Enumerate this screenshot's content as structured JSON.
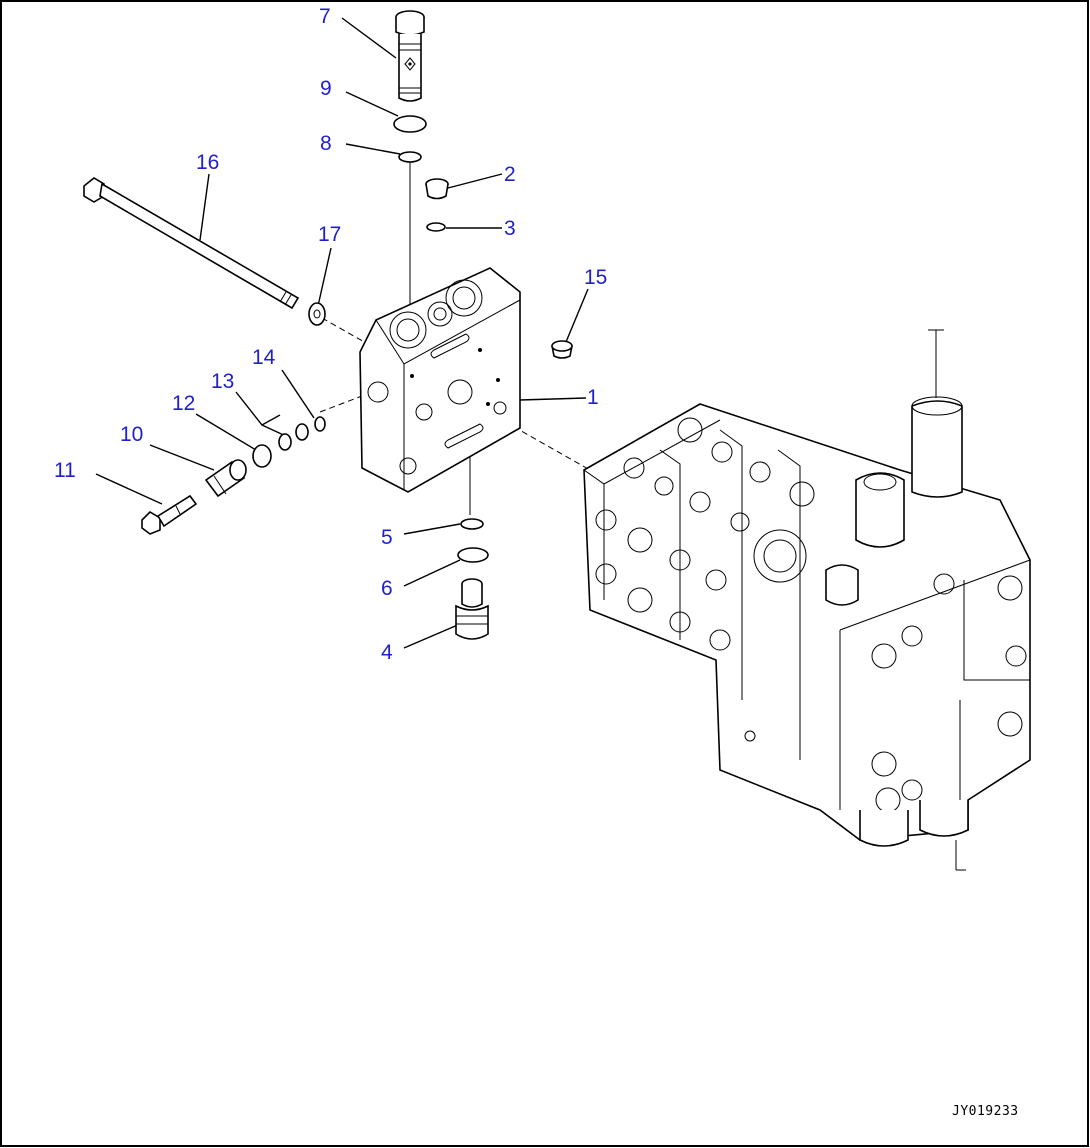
{
  "diagram": {
    "drawing_id": "JY019233",
    "callouts": [
      "7",
      "9",
      "8",
      "2",
      "3",
      "16",
      "17",
      "15",
      "1",
      "14",
      "13",
      "12",
      "10",
      "11",
      "5",
      "6",
      "4"
    ]
  }
}
